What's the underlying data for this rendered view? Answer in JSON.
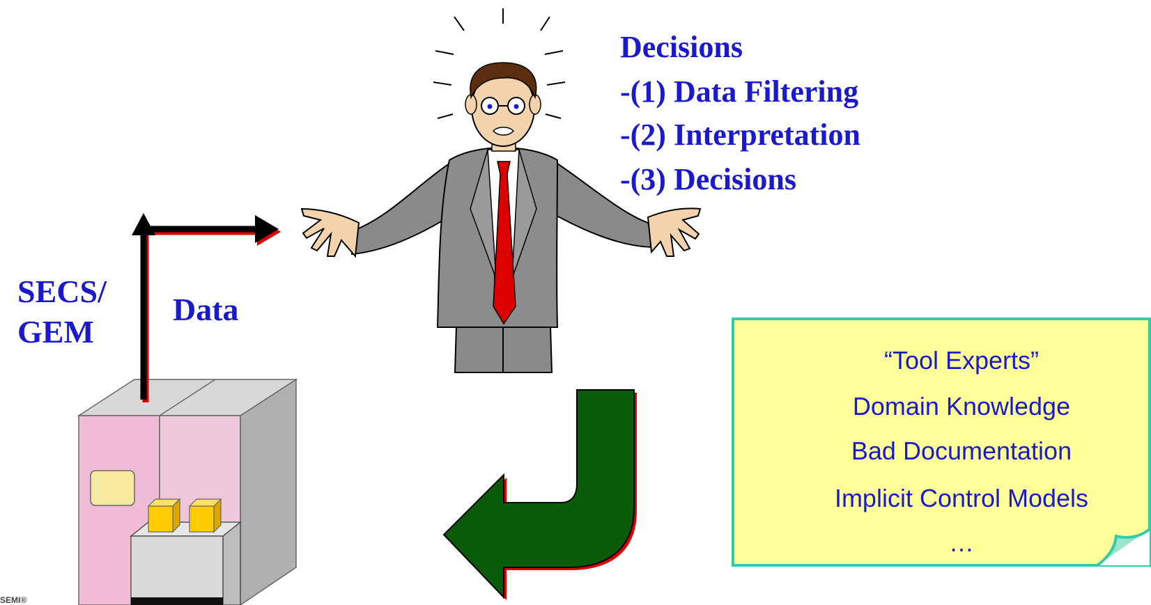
{
  "decisions": {
    "heading": "Decisions",
    "items": [
      "-(1) Data Filtering",
      "-(2) Interpretation",
      "-(3) Decisions"
    ]
  },
  "labels": {
    "protocol_line1": "SECS/",
    "protocol_line2": "GEM",
    "data": "Data",
    "footer_mark": "SEMI®"
  },
  "note": {
    "lines": [
      "“Tool Experts”",
      "Domain Knowledge",
      "Bad Documentation",
      "Implicit Control Models",
      "…"
    ]
  },
  "colors": {
    "text_blue": "#1a1acc",
    "note_fill": "#ffff99",
    "note_border": "#33ccaa",
    "tie_red": "#dd0000",
    "suit_gray": "#8c8c8c",
    "return_arrow_green": "#0a5c0a",
    "machine_pink": "#f2c8dd",
    "machine_gray": "#b4b4b4"
  }
}
